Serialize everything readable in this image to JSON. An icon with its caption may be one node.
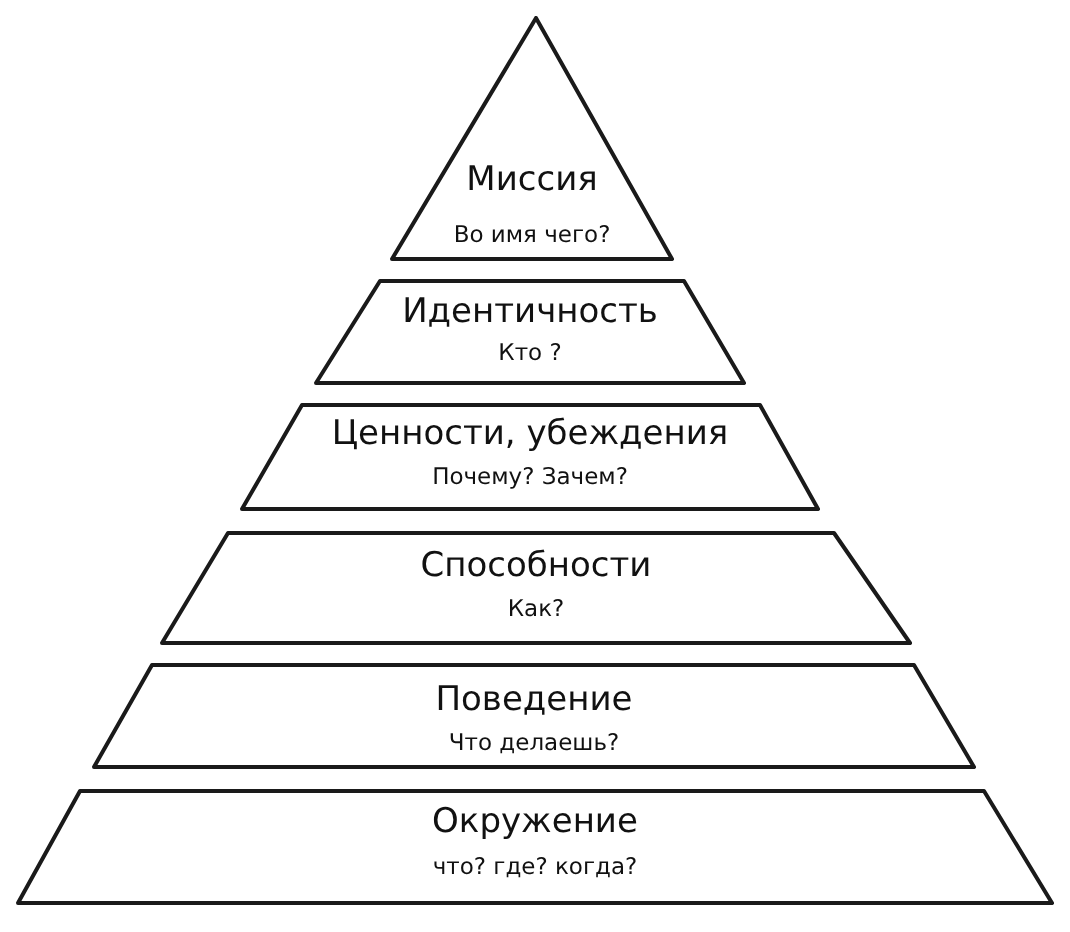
{
  "diagram": {
    "nodes": [
      {
        "text": [
          "Миссия",
          "Во имя чего?"
        ]
      },
      {
        "text": [
          "Идентичность",
          "Кто ?"
        ]
      },
      {
        "text": [
          "Ценности, убеждения",
          "Почему? Зачем?"
        ]
      },
      {
        "text": [
          "Способности",
          "Как?"
        ]
      },
      {
        "text": [
          "Поведение",
          "Что делаешь?"
        ]
      },
      {
        "text": [
          "Окружение",
          "что? где? когда?"
        ]
      }
    ]
  }
}
